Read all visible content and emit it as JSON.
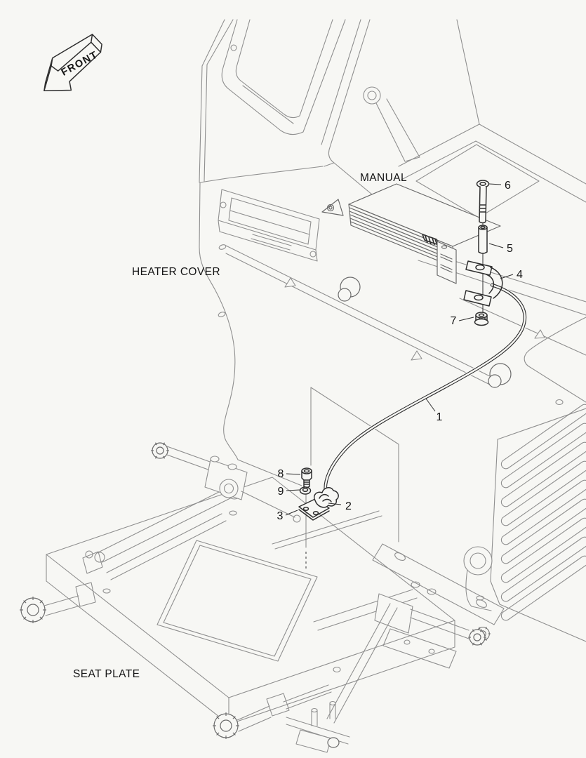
{
  "labels": {
    "front": "FRONT",
    "manual": "MANUAL",
    "heater_cover": "HEATER COVER",
    "seat_plate": "SEAT PLATE"
  },
  "callouts": {
    "c1": "1",
    "c2": "2",
    "c3": "3",
    "c4": "4",
    "c5": "5",
    "c6": "6",
    "c7": "7",
    "c8": "8",
    "c9": "9"
  },
  "colors": {
    "background": "#f7f7f4",
    "machine_line": "#8f8f8f",
    "part_line": "#2e2e2e",
    "text": "#141414"
  }
}
